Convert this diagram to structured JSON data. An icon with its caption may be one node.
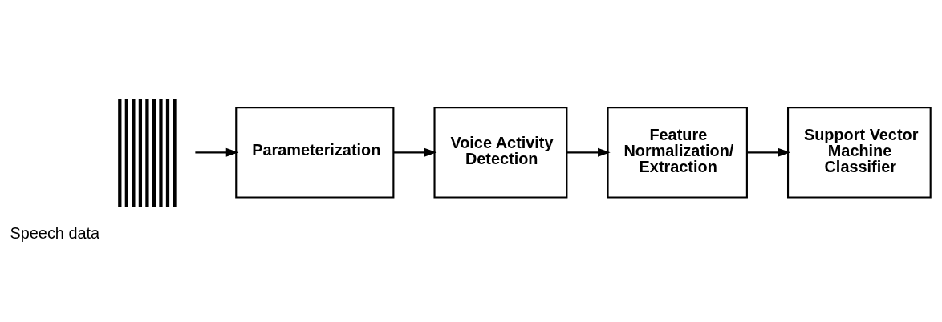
{
  "diagram": {
    "nodes": [
      {
        "text": [],
        "shape": "picture",
        "beside": [
          "Speech data"
        ]
      },
      {
        "text": [
          "Parameterization"
        ]
      },
      {
        "text": [
          "Voice Activity Detection"
        ]
      },
      {
        "text": [
          "Feature Normalization/ Extraction"
        ]
      },
      {
        "text": [
          "Support Vector Machine Classifier"
        ]
      }
    ],
    "edges": [
      {
        "from": 0,
        "to": 1,
        "arrow": "to"
      },
      {
        "from": 1,
        "to": 2,
        "arrow": "to"
      },
      {
        "from": 2,
        "to": 3,
        "arrow": "to"
      },
      {
        "from": 3,
        "to": 4,
        "arrow": "to"
      }
    ]
  }
}
